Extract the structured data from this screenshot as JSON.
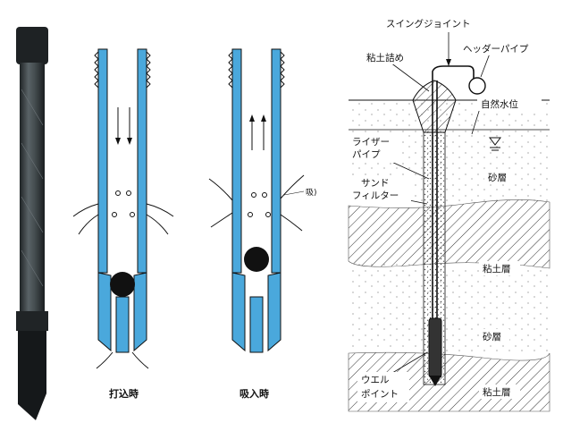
{
  "left_panel": {
    "captions": {
      "driving": "打込時",
      "suction": "吸入時"
    },
    "suction_mark": "吸)"
  },
  "right_panel": {
    "labels": {
      "swing_joint": "スイングジョイント",
      "clay_seal": "粘土詰め",
      "header_pipe": "ヘッダーパイプ",
      "natural_water_level": "自然水位",
      "riser_pipe_line1": "ライザー",
      "riser_pipe_line2": "パイプ",
      "sand_filter_line1": "サンド",
      "sand_filter_line2": "フィルター",
      "sand_layer_upper": "砂層",
      "clay_layer_upper": "粘土層",
      "sand_layer_lower": "砂層",
      "wellpoint_line1": "ウエル",
      "wellpoint_line2": "ポイント",
      "clay_layer_lower": "粘土層"
    }
  },
  "colors": {
    "pipe_fill": "#4aa8dc",
    "outline": "#111111",
    "photo_pipe": "#3c4448"
  }
}
